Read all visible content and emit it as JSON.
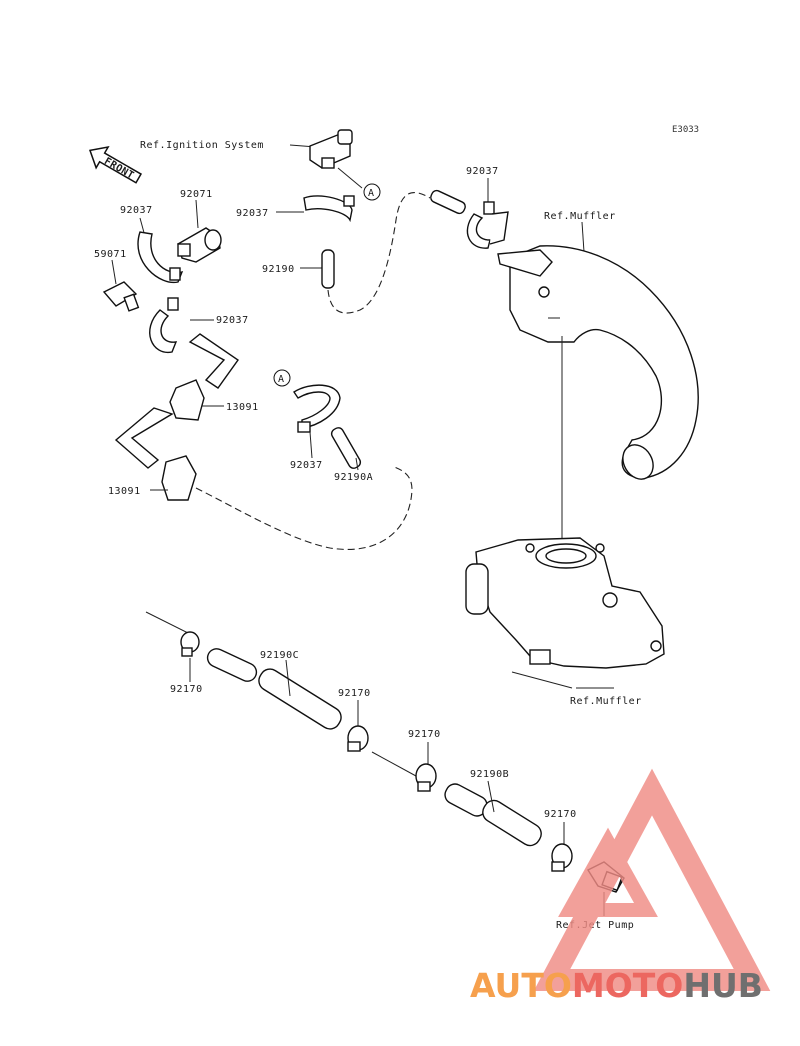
{
  "diagram": {
    "code": "E3033",
    "front_label": "FRONT",
    "labels": {
      "ref_ignition": "Ref.Ignition System",
      "ref_muffler_top": "Ref.Muffler",
      "ref_muffler_bottom": "Ref.Muffler",
      "ref_jet_pump": "Ref.Jet Pump",
      "p92071": "92071",
      "p92037_a": "92037",
      "p59071": "59071",
      "p92037_b": "92037",
      "p92190": "92190",
      "p92037_c": "92037",
      "p92037_d": "92037",
      "p13091_a": "13091",
      "p13091_b": "13091",
      "p92037_e": "92037",
      "p92190a": "92190A",
      "p92190c": "92190C",
      "p92170_a": "92170",
      "p92170_b": "92170",
      "p92170_c": "92170",
      "p92190b": "92190B",
      "p92170_d": "92170"
    },
    "callouts": {
      "a_circle": "A",
      "a_circle_2": "A"
    }
  },
  "watermark": {
    "part1": "AUTO",
    "part2": "MOTO",
    "part3": "HUB",
    "colors": {
      "orange": "#f6a04d",
      "red": "#ec6760",
      "gray": "#6f6f6f",
      "triangle": "#f08c85"
    }
  }
}
